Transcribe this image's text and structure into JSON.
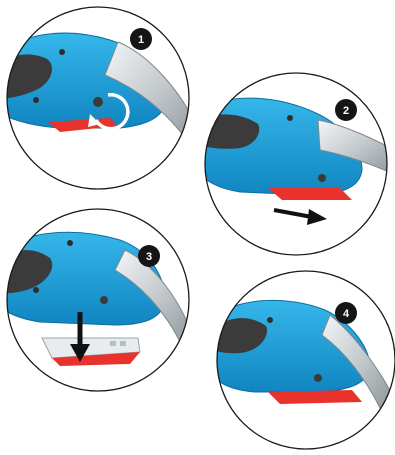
{
  "steps": [
    {
      "number": "1",
      "action": "rotate",
      "icon": "rotate-arrow-icon"
    },
    {
      "number": "2",
      "action": "slide-right",
      "icon": "arrow-right-icon"
    },
    {
      "number": "3",
      "action": "push-down",
      "icon": "arrow-down-icon"
    },
    {
      "number": "4",
      "action": "assembled",
      "icon": ""
    }
  ],
  "colors": {
    "tool_body": "#1aa3dc",
    "tool_body_dark": "#0d7fb6",
    "grip": "#3d3d3d",
    "blade": "#c9cfd3",
    "blade_edge": "#eef2f4",
    "cutter_red": "#e8322b",
    "badge": "#151515",
    "outline": "#1a1a1a"
  }
}
